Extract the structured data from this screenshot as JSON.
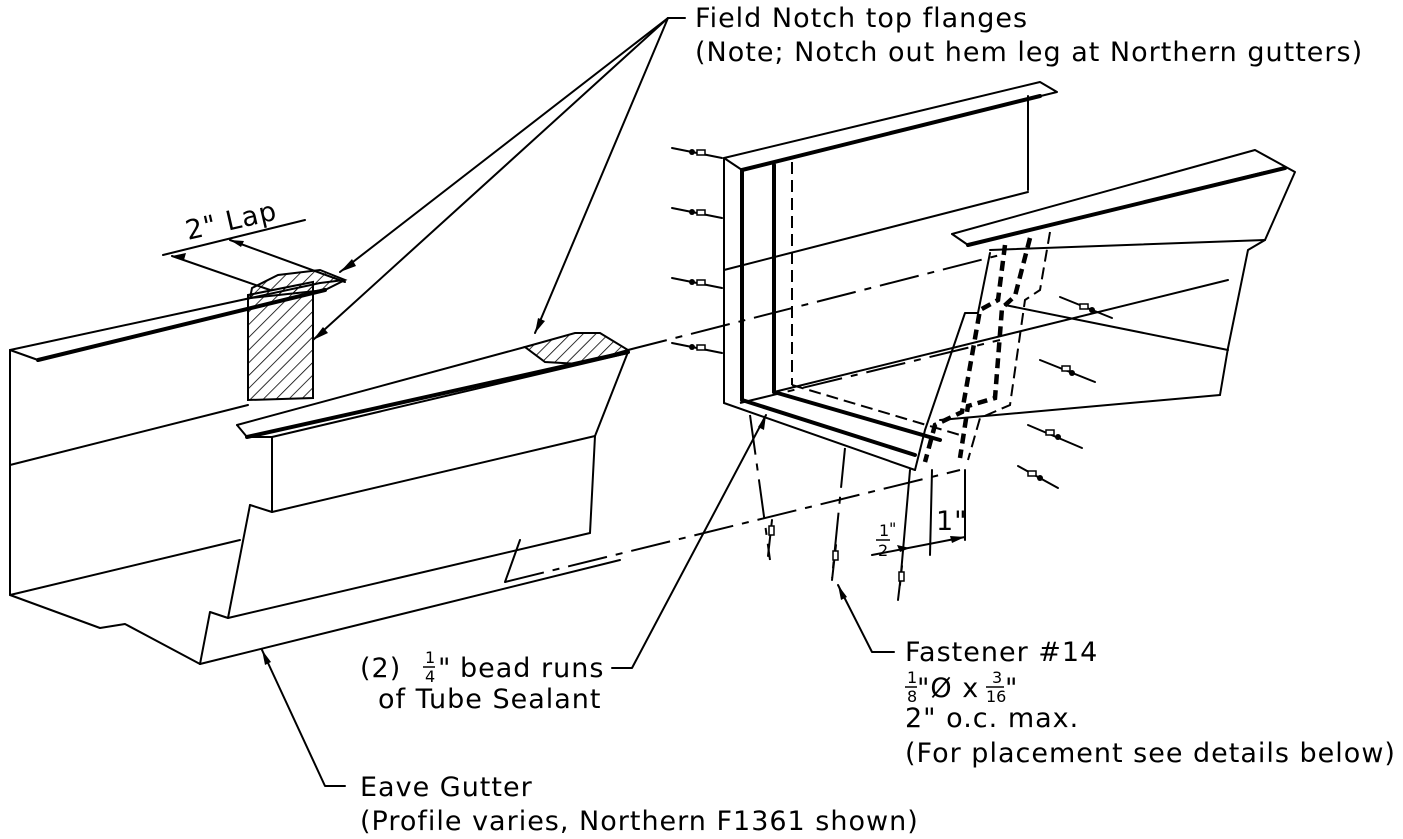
{
  "labels": {
    "field_notch_1": "Field Notch top flanges",
    "field_notch_2": "(Note; Notch out hem leg at Northern gutters)",
    "lap": "2\" Lap",
    "sealant_1a": "(2)",
    "sealant_1b": "bead runs",
    "sealant_2": "of Tube Sealant",
    "sealant_frac_num": "1",
    "sealant_frac_den": "4",
    "fastener_1": "Fastener #14",
    "fastener_2_dia_num": "1",
    "fastener_2_dia_den": "8",
    "fastener_2_x": "\"Ø  x",
    "fastener_2_len_num": "3",
    "fastener_2_len_den": "16",
    "fastener_3": "2\"  o.c. max.",
    "fastener_4": "(For placement see details below)",
    "eave_1": "Eave Gutter",
    "eave_2": "(Profile varies, Northern F1361 shown)",
    "dim_half_num": "1",
    "dim_half_den": "2",
    "dim_one": "1\""
  }
}
